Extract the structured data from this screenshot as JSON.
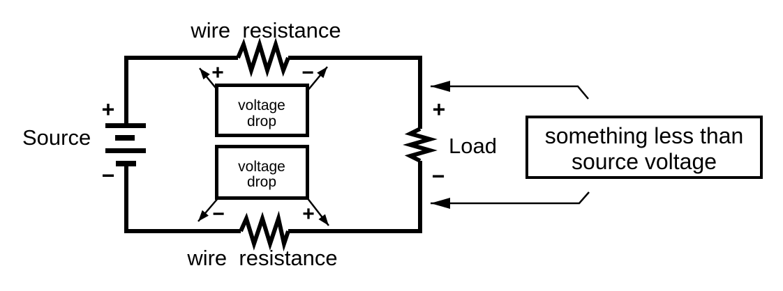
{
  "colors": {
    "ink": "#000000",
    "background": "#ffffff"
  },
  "source": {
    "label": "Source",
    "plus": "+",
    "minus": "−"
  },
  "load": {
    "label": "Load",
    "plus": "+",
    "minus": "−"
  },
  "top_wire": {
    "label": "wire  resistance"
  },
  "bottom_wire": {
    "label": "wire  resistance"
  },
  "top_voltage_drop": {
    "line1": "voltage",
    "line2": "drop",
    "left_sign": "+",
    "right_sign": "−"
  },
  "bottom_voltage_drop": {
    "line1": "voltage",
    "line2": "drop",
    "left_sign": "−",
    "right_sign": "+"
  },
  "callout": {
    "line1": "something less than",
    "line2": "source voltage"
  }
}
